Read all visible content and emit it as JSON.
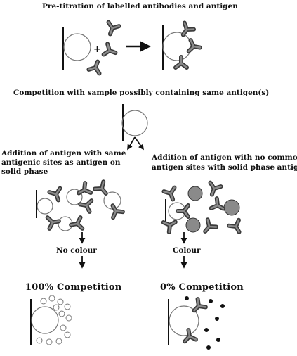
{
  "title": "Pre-titration of labelled antibodies and antigen",
  "competition_heading": "Competition with sample possibly containing same antigen(s)",
  "left_branch": {
    "heading_line1": "Addition of antigen with same",
    "heading_line2": "antigenic sites as antigen on",
    "heading_line3": "solid phase",
    "result": "No colour",
    "outcome": "100% Competition"
  },
  "right_branch": {
    "heading_line1": "Addition of antigen with no common",
    "heading_line2": "antigen sites with solid phase antigen",
    "result": "Colour",
    "outcome": "0% Competition"
  },
  "plus_sign": "+",
  "colors": {
    "ink": "#111111",
    "antibody_fill": "#707070",
    "free_antigen_fill": "#8a8a8a"
  },
  "icons": [
    "solid-phase-bar",
    "antigen-circle",
    "antibody-y-shape",
    "arrow"
  ]
}
